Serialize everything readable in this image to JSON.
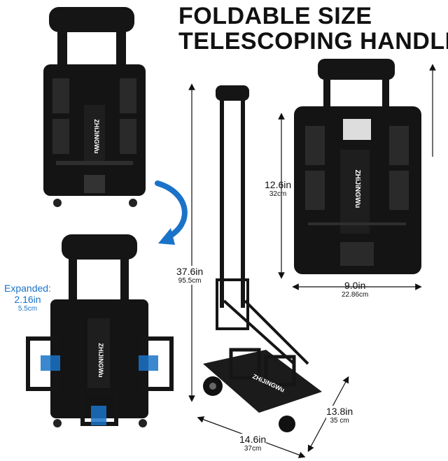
{
  "headline": {
    "line1": "FOLDABLE SIZE",
    "line2": "TELESCOPING HANDLE"
  },
  "brand": "ZHiJiNGWu",
  "dimensions": {
    "folded_height": {
      "imperial": "12.6in",
      "metric": "32cm"
    },
    "folded_width": {
      "imperial": "9.0in",
      "metric": "22.86cm"
    },
    "total_height": {
      "imperial": "37.6in",
      "metric": "95.5cm"
    },
    "platform_width": {
      "imperial": "14.6in",
      "metric": "37cm"
    },
    "platform_depth": {
      "imperial": "13.8in",
      "metric": "35 cm"
    }
  },
  "expanded": {
    "label": "Expanded:",
    "imperial": "2.16in",
    "metric": "5.5cm"
  },
  "colors": {
    "accent_blue": "#1a73c8",
    "cart_black": "#111111"
  }
}
